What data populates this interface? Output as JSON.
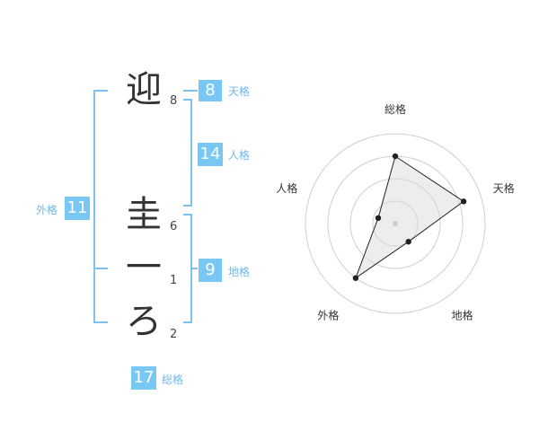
{
  "name_chars": [
    {
      "char": "迎",
      "strokes": "8"
    },
    {
      "char": "圭",
      "strokes": "6"
    },
    {
      "char": "一",
      "strokes": "1"
    },
    {
      "char": "ろ",
      "strokes": "2"
    }
  ],
  "scores": {
    "tenkaku": {
      "label": "天格",
      "value": "8"
    },
    "jinkaku": {
      "label": "人格",
      "value": "14"
    },
    "chikaku": {
      "label": "地格",
      "value": "9"
    },
    "gaikaku": {
      "label": "外格",
      "value": "11"
    },
    "soukaku": {
      "label": "総格",
      "value": "17"
    }
  },
  "colors": {
    "accent": "#79c8f4",
    "bracket": "#7cc3ef",
    "text": "#333333"
  },
  "chart_data": {
    "type": "radar",
    "axes": [
      "総格",
      "天格",
      "地格",
      "外格",
      "人格"
    ],
    "values": [
      0.75,
      0.8,
      0.25,
      0.75,
      0.2
    ],
    "range": [
      0,
      1
    ],
    "rings": 4,
    "grid": true
  }
}
